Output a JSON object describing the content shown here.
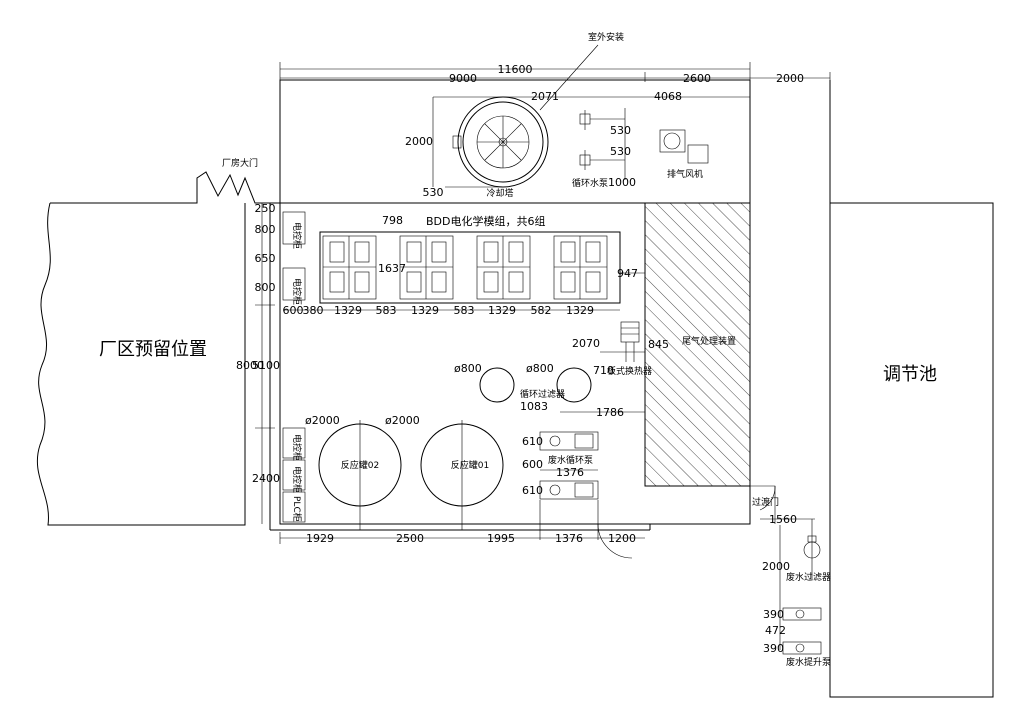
{
  "labels": {
    "reserved": "厂区预留位置",
    "pool": "调节池",
    "gate": "厂房大门",
    "outdoor": "室外安装",
    "cooling_tower": "冷却塔",
    "circ_pump": "循环水泵",
    "exhaust_fan": "排气风机",
    "bdd": "BDD电化学模组，共6组",
    "elec_cab1": "电控柜",
    "elec_cab2": "电控柜",
    "elec_cab3": "电控柜",
    "elec_cab4": "电控柜",
    "plc_cab": "PLC柜",
    "gas_device": "尾气处理装置",
    "plate_hx": "板式换热器",
    "circ_filter": "循环过滤器",
    "reactor02": "反应罐02",
    "reactor01": "反应罐01",
    "waste_circ_pump": "废水循环泵",
    "waste_filter": "废水过滤器",
    "waste_lift_pump": "废水提升泵",
    "transition_door": "过渡门"
  },
  "dims": {
    "d11600": "11600",
    "d9000": "9000",
    "d2600": "2600",
    "d2000_top": "2000",
    "d2071": "2071",
    "d4068": "4068",
    "d2000_ct": "2000",
    "d530a": "530",
    "d530b": "530",
    "d530c": "530",
    "d1000": "1000",
    "d250": "250",
    "d800a": "800",
    "d650": "650",
    "d800b": "800",
    "d798": "798",
    "d1637": "1637",
    "d947": "947",
    "d600": "600",
    "d380": "380",
    "d1329a": "1329",
    "d583a": "583",
    "d1329b": "1329",
    "d583b": "583",
    "d1329c": "1329",
    "d582": "582",
    "d1329d": "1329",
    "d8000": "8000",
    "d5100": "5100",
    "d2400": "2400",
    "d2070": "2070",
    "d845": "845",
    "d710": "710",
    "phi800a": "ø800",
    "phi800b": "ø800",
    "d1083": "1083",
    "d1786": "1786",
    "phi2000a": "ø2000",
    "phi2000b": "ø2000",
    "d610a": "610",
    "d600b": "600",
    "d1376a": "1376",
    "d610b": "610",
    "d1929": "1929",
    "d2500": "2500",
    "d1995": "1995",
    "d1376b": "1376",
    "d1200": "1200",
    "d1560": "1560",
    "d2000_wf": "2000",
    "d390a": "390",
    "d472": "472",
    "d390b": "390"
  }
}
